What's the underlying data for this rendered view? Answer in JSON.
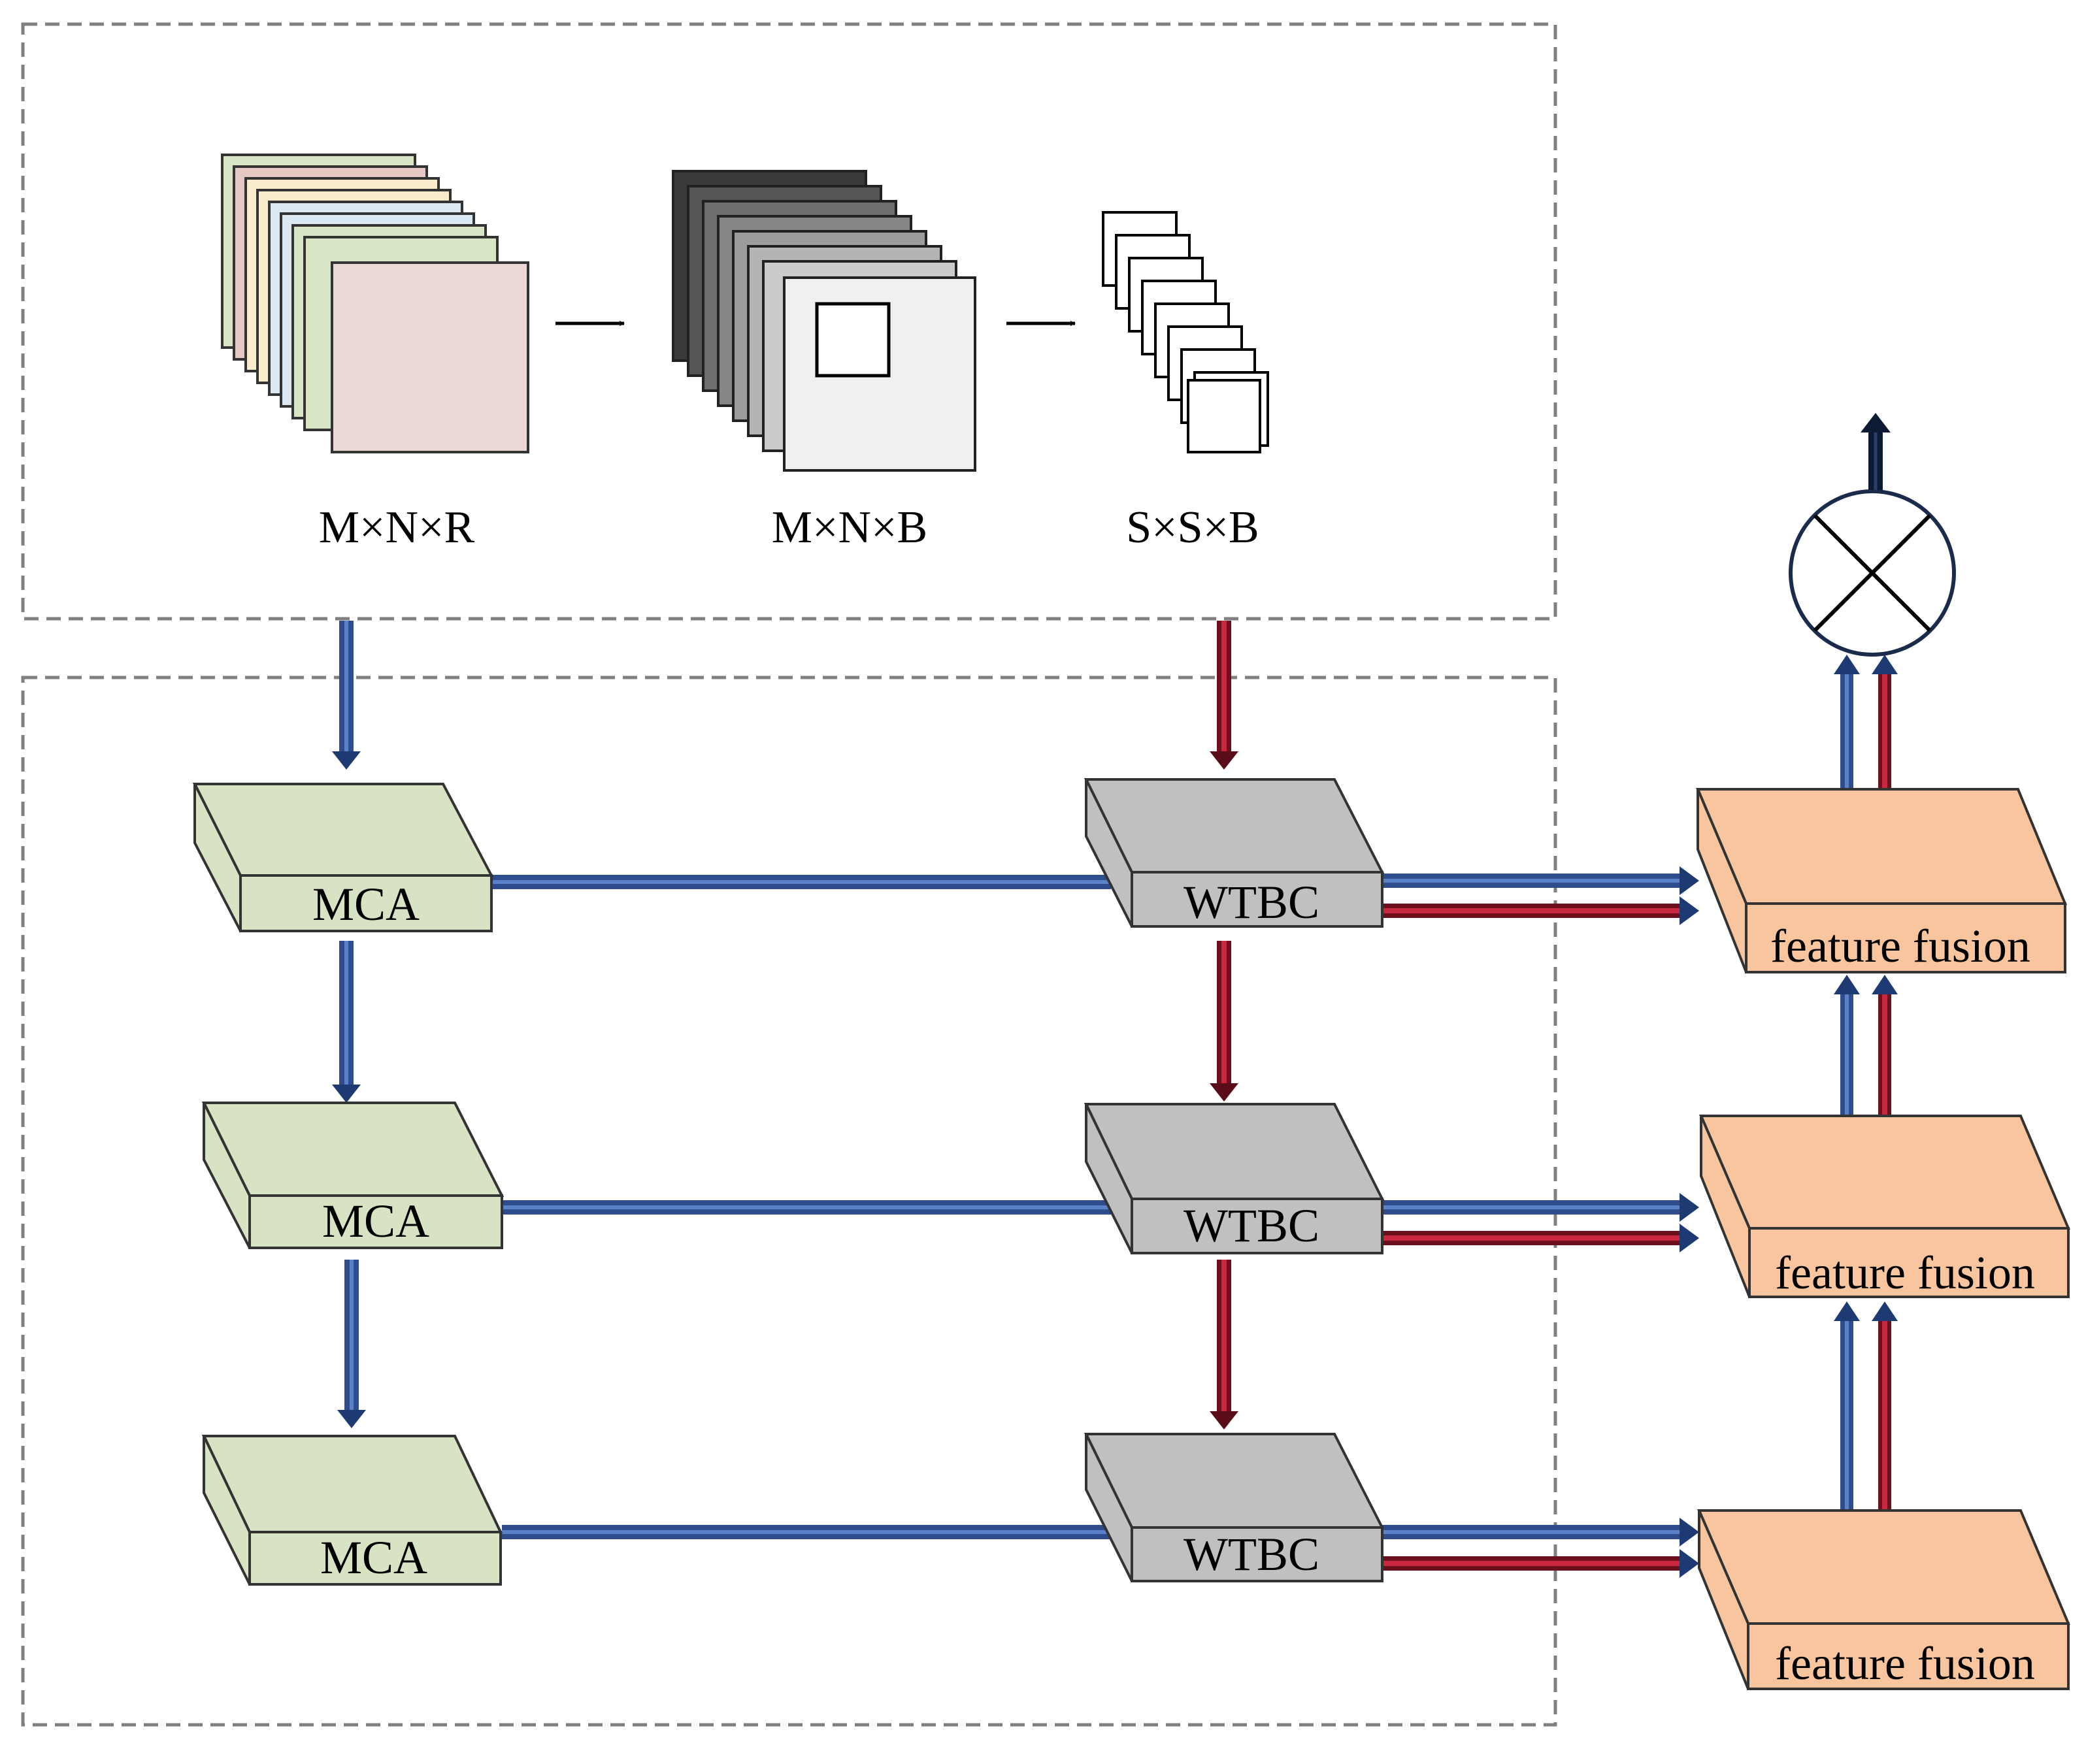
{
  "stages": {
    "input_cube": {
      "label": "M×N×R"
    },
    "band_cube": {
      "label": "M×N×B"
    },
    "patch_cube": {
      "label": "S×S×B"
    }
  },
  "modules": {
    "mca": [
      {
        "label": "MCA"
      },
      {
        "label": "MCA"
      },
      {
        "label": "MCA"
      }
    ],
    "wtbc": [
      {
        "label": "WTBC"
      },
      {
        "label": "WTBC"
      },
      {
        "label": "WTBC"
      }
    ],
    "fusion": [
      {
        "label": "feature fusion"
      },
      {
        "label": "feature fusion"
      },
      {
        "label": "feature fusion"
      }
    ]
  },
  "colors": {
    "spectral_stream": "#2f4d8c",
    "spatial_stream": "#b21d33",
    "mca_face": "#d8e3c3",
    "wtbc_face": "#c0c0c0",
    "fusion_face": "#f8c59e",
    "operator": "multiply-circle-icon"
  }
}
